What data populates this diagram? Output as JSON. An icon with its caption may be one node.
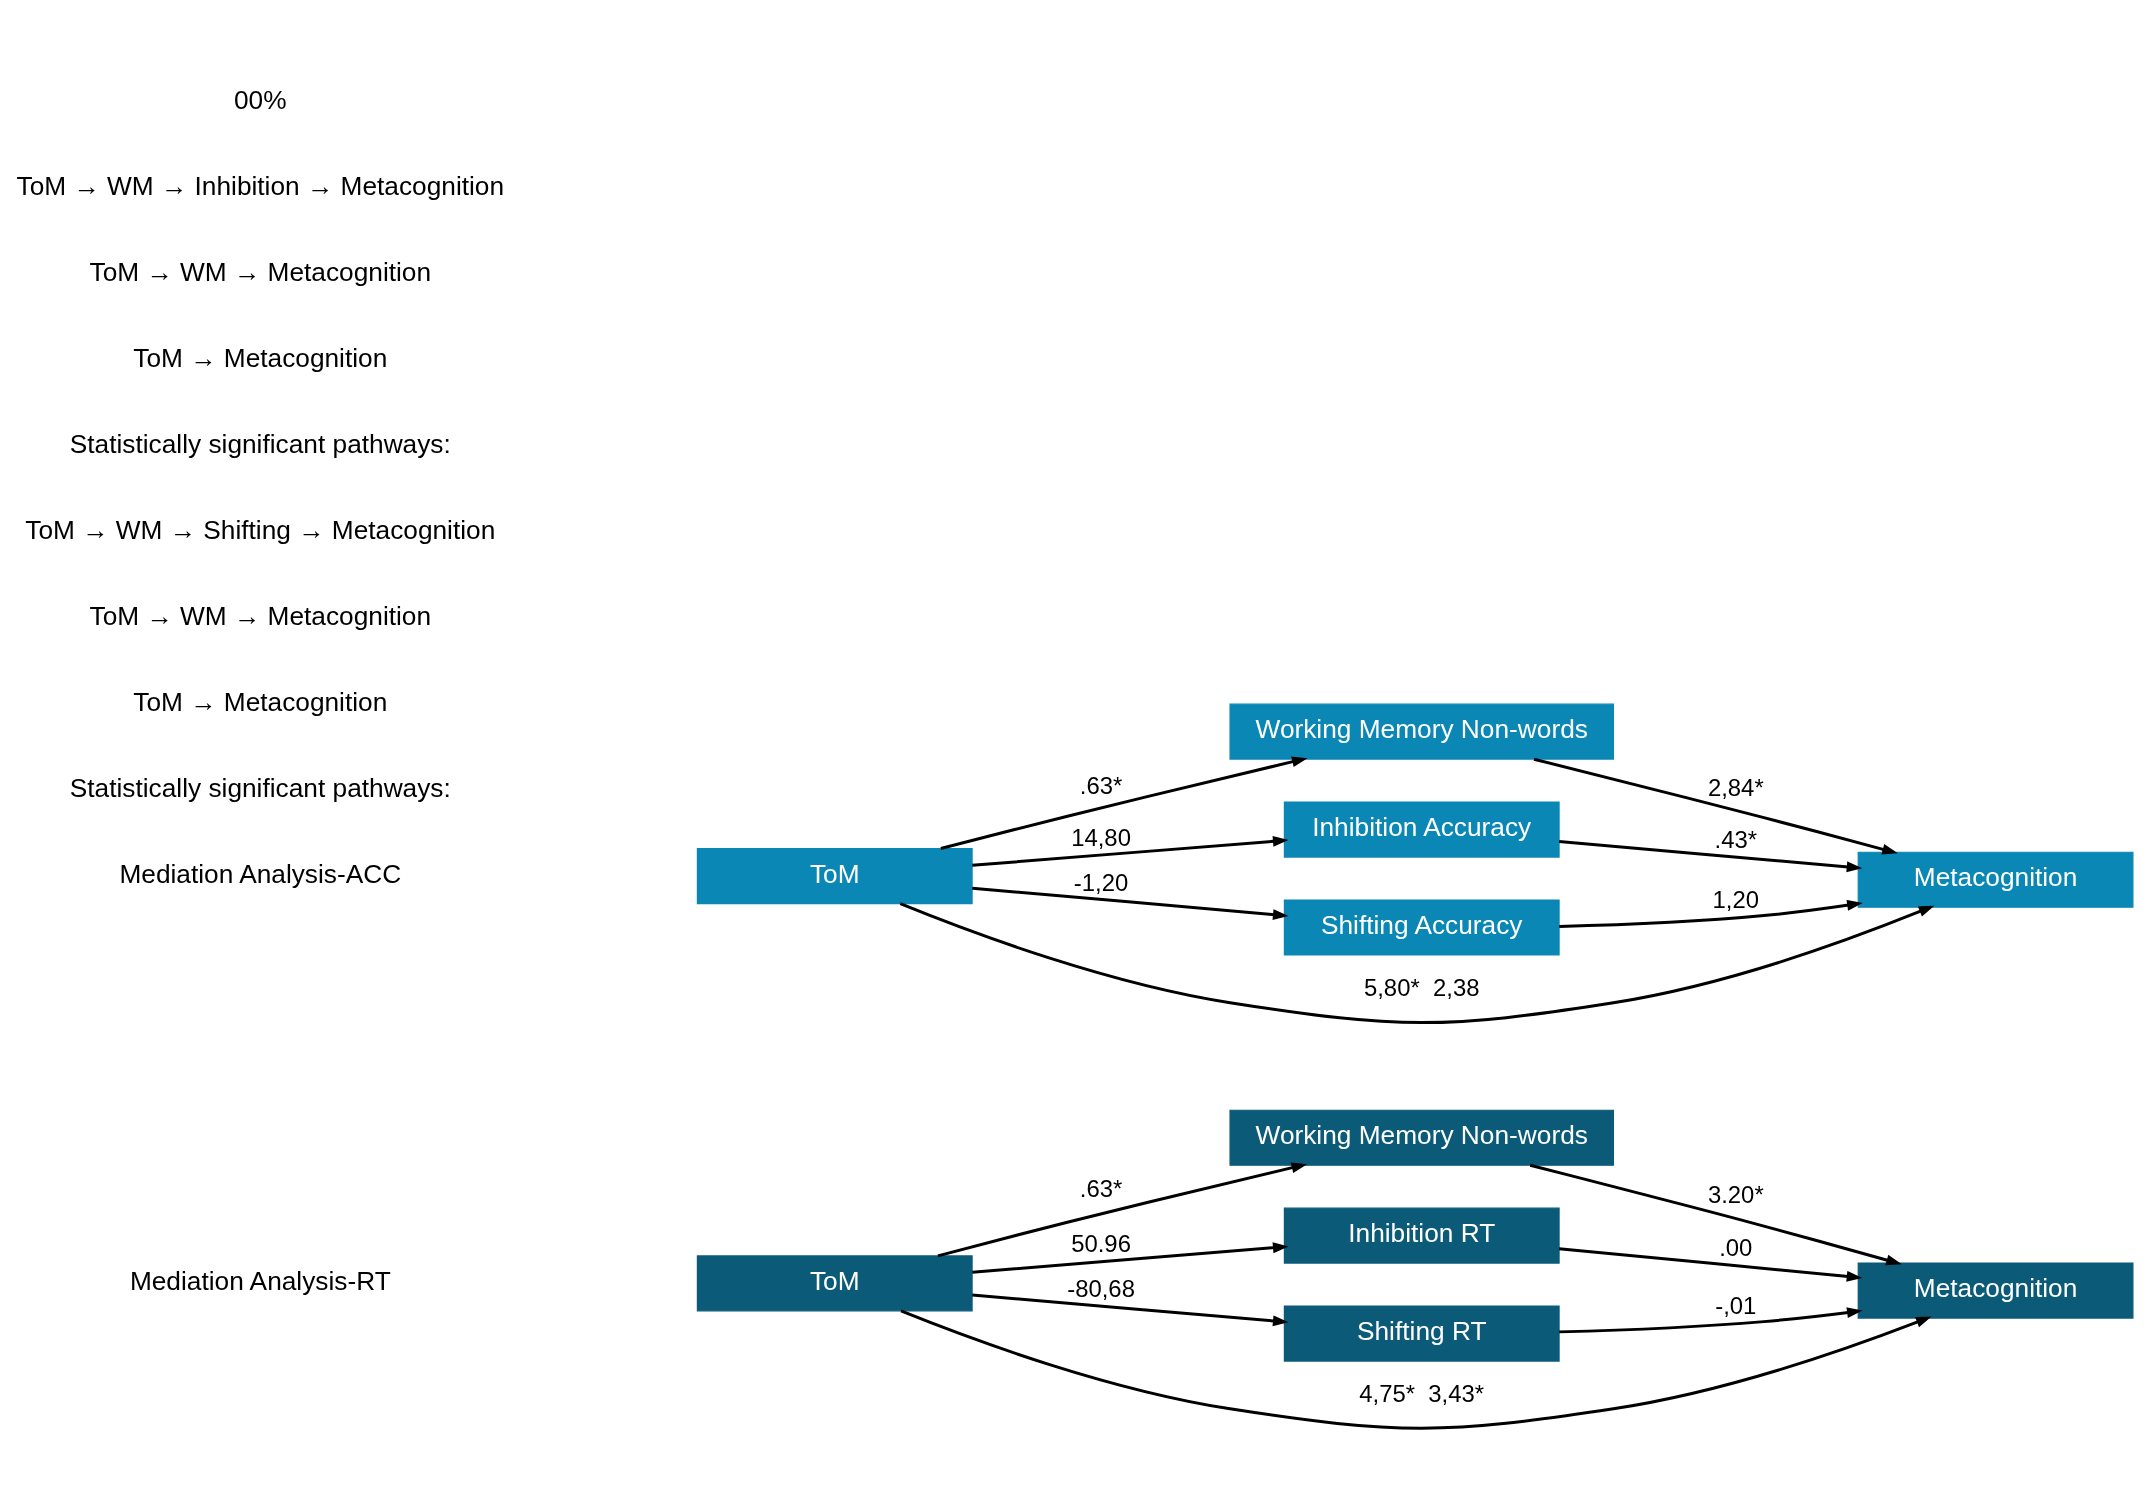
{
  "diagram": {
    "nodes": [
      {
        "text": [
          "ToM"
        ]
      },
      {
        "text": [
          "Working Memory Non-words"
        ]
      },
      {
        "text": [
          "Inhibition RT"
        ]
      },
      {
        "text": [
          "Shifting RT"
        ]
      },
      {
        "text": [
          "Metacognition"
        ]
      },
      {
        "text": [
          "ToM"
        ]
      },
      {
        "text": [
          "Working Memory Non-words"
        ]
      },
      {
        "text": [
          "Inhibition Accuracy"
        ]
      },
      {
        "text": [
          "Shifting Accuracy"
        ]
      },
      {
        "text": [
          "Metacognition"
        ]
      }
    ],
    "edges": [
      {
        "from": 0,
        "to": 1,
        "arrow": "to",
        "label": ".63*"
      },
      {
        "from": 1,
        "to": 4,
        "arrow": "to",
        "label": "3.20*"
      },
      {
        "from": 0,
        "to": 2,
        "arrow": "to",
        "label": "50.96"
      },
      {
        "from": 2,
        "to": 4,
        "arrow": "to",
        "label": ".00"
      },
      {
        "from": 0,
        "to": 3,
        "arrow": "to",
        "label": "-80,68"
      },
      {
        "from": 3,
        "to": 4,
        "arrow": "to",
        "label": "-,01"
      },
      {
        "from": 0,
        "to": 4,
        "arrow": "to",
        "label": "4,75*  3,43*"
      },
      {
        "from": 5,
        "to": 6,
        "arrow": "to",
        "label": ".63*"
      },
      {
        "from": 6,
        "to": 9,
        "arrow": "to",
        "label": "2,84*"
      },
      {
        "from": 5,
        "to": 7,
        "arrow": "to",
        "label": "14,80"
      },
      {
        "from": 7,
        "to": 9,
        "arrow": "to",
        "label": ".43*"
      },
      {
        "from": 5,
        "to": 8,
        "arrow": "to",
        "label": "-1,20"
      },
      {
        "from": 8,
        "to": 9,
        "arrow": "to",
        "label": "1,20"
      },
      {
        "from": 5,
        "to": 9,
        "arrow": "to",
        "label": "5,80*  2,38"
      }
    ],
    "labels": [
      "Statistically significant pathways:",
      "ToM → Metacognition",
      "ToM → WM → Metacognition",
      "ToM → WM → Shifting → Metacognition",
      "Mediation Analysis-RT",
      "Statistically significant pathways:",
      "ToM → Metacognition",
      "ToM → WM → Metacognition",
      "ToM → WM → Inhibition → Metacognition",
      "Mediation Analysis-ACC",
      "00%"
    ]
  }
}
